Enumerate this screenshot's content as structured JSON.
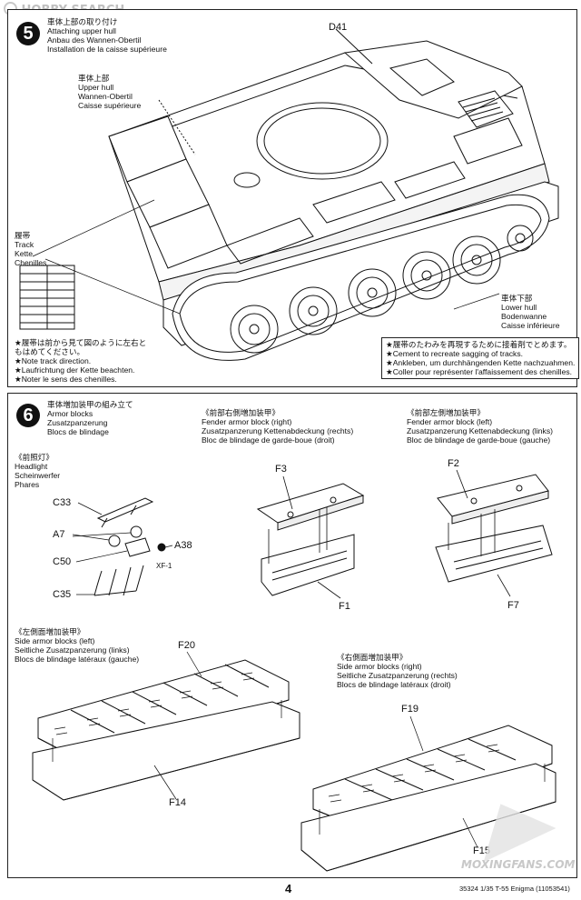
{
  "watermark_top": {
    "brand": "HOBBY SEARCH"
  },
  "watermark_bottom": {
    "text": "MOXINGFANS.COM"
  },
  "step5": {
    "number": "5",
    "title_jp": "車体上部の取り付け",
    "title_en": "Attaching upper hull",
    "title_de": "Anbau des Wannen-Obertil",
    "title_fr": "Installation de la caisse supérieure",
    "part_d41": "D41",
    "upper_hull": {
      "jp": "車体上部",
      "en": "Upper hull",
      "de": "Wannen-Obertil",
      "fr": "Caisse supérieure"
    },
    "track": {
      "jp": "履帯",
      "en": "Track",
      "de": "Kette",
      "fr": "Chenilles"
    },
    "lower_hull": {
      "jp": "車体下部",
      "en": "Lower hull",
      "de": "Bodenwanne",
      "fr": "Caisse inférieure"
    },
    "note_track": {
      "jp1": "★履帯は前から見て図のように左右と",
      "jp2": "もはめてください。",
      "en": "★Note track direction.",
      "de": "★Laufrichtung der Kette beachten.",
      "fr": "★Noter le sens des chenilles."
    },
    "note_cement": {
      "jp": "★履帯のたわみを再現するために接着剤でとめます。",
      "en": "★Cement to recreate sagging of tracks.",
      "de": "★Ankleben, um durchhängenden Kette nachzuahmen.",
      "fr": "★Coller pour représenter l'affaissement des chenilles."
    }
  },
  "step6": {
    "number": "6",
    "title_jp": "車体増加装甲の組み立て",
    "title_en": "Armor blocks",
    "title_de": "Zusatzpanzerung",
    "title_fr": "Blocs de blindage",
    "headlight": {
      "jp": "《前照灯》",
      "en": "Headlight",
      "de": "Scheinwerfer",
      "fr": "Phares"
    },
    "headlight_parts": {
      "c33": "C33",
      "a7": "A7",
      "a38": "A38",
      "c50": "C50",
      "c35": "C35",
      "paint": "XF-1"
    },
    "fender_right": {
      "jp": "《前部右側増加装甲》",
      "en": "Fender armor block (right)",
      "de": "Zusatzpanzerung Kettenabdeckung (rechts)",
      "fr": "Bloc de blindage de garde-boue (droit)",
      "part_top": "F3",
      "part_bottom": "F1"
    },
    "fender_left": {
      "jp": "《前部左側増加装甲》",
      "en": "Fender armor block (left)",
      "de": "Zusatzpanzerung Kettenabdeckung (links)",
      "fr": "Bloc de blindage de garde-boue (gauche)",
      "part_top": "F2",
      "part_bottom": "F7"
    },
    "side_left": {
      "jp": "《左側面増加装甲》",
      "en": "Side armor blocks (left)",
      "de": "Seitliche Zusatzpanzerung (links)",
      "fr": "Blocs de blindage latéraux (gauche)",
      "part_top": "F20",
      "part_bottom": "F14"
    },
    "side_right": {
      "jp": "《右側面増加装甲》",
      "en": "Side armor blocks (right)",
      "de": "Seitliche Zusatzpanzerung (rechts)",
      "fr": "Blocs de blindage latéraux (droit)",
      "part_top": "F19",
      "part_bottom": "F15"
    }
  },
  "footer": {
    "page_number": "4",
    "code": "35324",
    "model": "1/35 T-55 Enigma (11053541)"
  }
}
